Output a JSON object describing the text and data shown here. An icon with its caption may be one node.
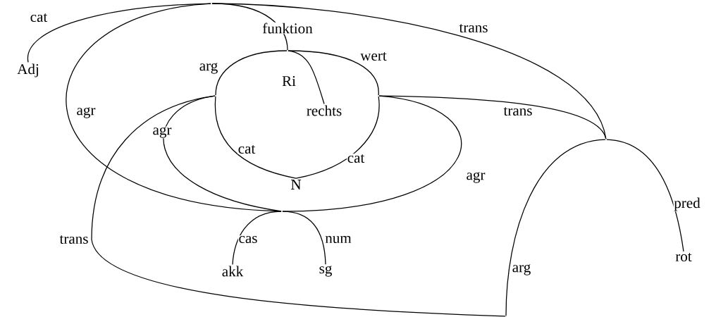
{
  "diagram": {
    "nodes": [
      {
        "text": [
          "Adj"
        ]
      },
      {
        "text": [],
        "shape": "point"
      },
      {
        "text": [],
        "shape": "point"
      },
      {
        "text": [],
        "shape": "point"
      },
      {
        "text": [
          "rechts"
        ]
      },
      {
        "text": [],
        "shape": "point"
      },
      {
        "text": [],
        "shape": "point"
      },
      {
        "text": [
          "N"
        ]
      },
      {
        "text": [],
        "shape": "point"
      },
      {
        "text": [
          "rot"
        ]
      },
      {
        "text": [
          "akk"
        ]
      },
      {
        "text": [
          "sg"
        ]
      },
      {
        "text": [],
        "shape": "point"
      }
    ],
    "edges": [
      {
        "from": 1,
        "to": 0,
        "arrow": "none",
        "label": "cat"
      },
      {
        "from": 1,
        "to": 2,
        "arrow": "none",
        "label": "funktion"
      },
      {
        "from": 1,
        "to": 8,
        "arrow": "none",
        "label": "agr"
      },
      {
        "from": 6,
        "to": 1,
        "arrow": "none",
        "label": "trans"
      },
      {
        "from": 2,
        "to": 3,
        "arrow": "none",
        "label": "arg"
      },
      {
        "from": 2,
        "to": 4,
        "arrow": "none",
        "label": "Ri"
      },
      {
        "from": 2,
        "to": 5,
        "arrow": "none",
        "label": "wert"
      },
      {
        "from": 3,
        "to": 7,
        "arrow": "none",
        "label": "cat"
      },
      {
        "from": 5,
        "to": 7,
        "arrow": "none",
        "label": "cat"
      },
      {
        "from": 3,
        "to": 8,
        "arrow": "none",
        "label": "agr"
      },
      {
        "from": 3,
        "to": 12,
        "arrow": "none",
        "label": "trans"
      },
      {
        "from": 5,
        "to": 6,
        "arrow": "none",
        "label": "trans"
      },
      {
        "from": 5,
        "to": 8,
        "arrow": "none",
        "label": "agr"
      },
      {
        "from": 6,
        "to": 9,
        "arrow": "none",
        "label": "pred"
      },
      {
        "from": 6,
        "to": 12,
        "arrow": "none",
        "label": "arg"
      },
      {
        "from": 8,
        "to": 10,
        "arrow": "none",
        "label": "cas"
      },
      {
        "from": 8,
        "to": 11,
        "arrow": "none",
        "label": "num"
      }
    ]
  }
}
